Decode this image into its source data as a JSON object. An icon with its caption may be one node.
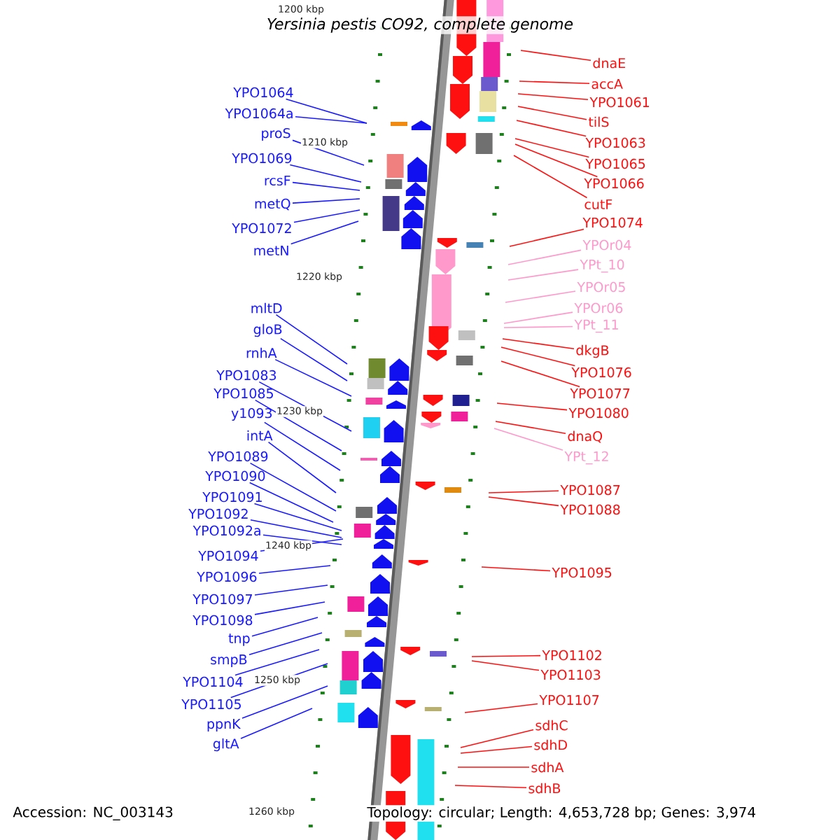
{
  "diagram": {
    "title": "Yersinia pestis CO92, complete genome",
    "nodes": [
      {
        "text": [
          "YPO1064"
        ]
      },
      {
        "text": [
          "YPO1064a"
        ]
      },
      {
        "text": [
          "proS"
        ]
      },
      {
        "text": [
          "YPO1069"
        ]
      },
      {
        "text": [
          "rcsF"
        ]
      },
      {
        "text": [
          "metQ"
        ]
      },
      {
        "text": [
          "YPO1072"
        ]
      },
      {
        "text": [
          "metN"
        ]
      },
      {
        "text": [
          "mltD"
        ]
      },
      {
        "text": [
          "gloB"
        ]
      },
      {
        "text": [
          "rnhA"
        ]
      },
      {
        "text": [
          "YPO1083"
        ]
      },
      {
        "text": [
          "YPO1085"
        ]
      },
      {
        "text": [
          "y1093"
        ]
      },
      {
        "text": [
          "intA"
        ]
      },
      {
        "text": [
          "YPO1089"
        ]
      },
      {
        "text": [
          "YPO1090"
        ]
      },
      {
        "text": [
          "YPO1091"
        ]
      },
      {
        "text": [
          "YPO1092"
        ]
      },
      {
        "text": [
          "YPO1092a"
        ]
      },
      {
        "text": [
          "YPO1094"
        ]
      },
      {
        "text": [
          "YPO1096"
        ]
      },
      {
        "text": [
          "YPO1097"
        ]
      },
      {
        "text": [
          "YPO1098"
        ]
      },
      {
        "text": [
          "tnp"
        ]
      },
      {
        "text": [
          "smpB"
        ]
      },
      {
        "text": [
          "YPO1104"
        ]
      },
      {
        "text": [
          "YPO1105"
        ]
      },
      {
        "text": [
          "ppnK"
        ]
      },
      {
        "text": [
          "gltA"
        ]
      },
      {
        "text": [
          "dnaE"
        ]
      },
      {
        "text": [
          "accA"
        ]
      },
      {
        "text": [
          "YPO1061"
        ]
      },
      {
        "text": [
          "tilS"
        ]
      },
      {
        "text": [
          "YPO1063"
        ]
      },
      {
        "text": [
          "YPO1065"
        ]
      },
      {
        "text": [
          "YPO1066"
        ]
      },
      {
        "text": [
          "cutF"
        ]
      },
      {
        "text": [
          "YPO1074"
        ]
      },
      {
        "text": [
          "YPOr04"
        ]
      },
      {
        "text": [
          "YPt_10"
        ]
      },
      {
        "text": [
          "YPOr05"
        ]
      },
      {
        "text": [
          "YPOr06"
        ]
      },
      {
        "text": [
          "YPt_11"
        ]
      },
      {
        "text": [
          "dkgB"
        ]
      },
      {
        "text": [
          "YPO1076"
        ]
      },
      {
        "text": [
          "YPO1077"
        ]
      },
      {
        "text": [
          "YPO1080"
        ]
      },
      {
        "text": [
          "dnaQ"
        ]
      },
      {
        "text": [
          "YPt_12"
        ]
      },
      {
        "text": [
          "YPO1087"
        ]
      },
      {
        "text": [
          "YPO1088"
        ]
      },
      {
        "text": [
          "YPO1095"
        ]
      },
      {
        "text": [
          "YPO1102"
        ]
      },
      {
        "text": [
          "YPO1103"
        ]
      },
      {
        "text": [
          "YPO1107"
        ]
      },
      {
        "text": [
          "sdhC"
        ]
      },
      {
        "text": [
          "sdhD"
        ]
      },
      {
        "text": [
          "sdhA"
        ]
      },
      {
        "text": [
          "sdhB"
        ]
      }
    ],
    "edges": [
      {
        "from": 0,
        "to": null,
        "arrow": "none",
        "color": "#1a1aff"
      },
      {
        "from": 1,
        "to": null,
        "arrow": "none",
        "color": "#1a1aff"
      },
      {
        "from": 2,
        "to": null,
        "arrow": "none",
        "color": "#1a1aff"
      },
      {
        "from": 3,
        "to": null,
        "arrow": "none",
        "color": "#1a1aff"
      },
      {
        "from": 4,
        "to": null,
        "arrow": "none",
        "color": "#1a1aff"
      },
      {
        "from": 5,
        "to": null,
        "arrow": "none",
        "color": "#1a1aff"
      },
      {
        "from": 6,
        "to": null,
        "arrow": "none",
        "color": "#1a1aff"
      },
      {
        "from": 7,
        "to": null,
        "arrow": "none",
        "color": "#1a1aff"
      },
      {
        "from": 8,
        "to": null,
        "arrow": "none",
        "color": "#1a1aff"
      },
      {
        "from": 9,
        "to": null,
        "arrow": "none",
        "color": "#1a1aff"
      },
      {
        "from": 10,
        "to": null,
        "arrow": "none",
        "color": "#1a1aff"
      },
      {
        "from": 11,
        "to": null,
        "arrow": "none",
        "color": "#1a1aff"
      },
      {
        "from": 12,
        "to": null,
        "arrow": "none",
        "color": "#1a1aff"
      },
      {
        "from": 13,
        "to": null,
        "arrow": "none",
        "color": "#1a1aff"
      },
      {
        "from": 14,
        "to": null,
        "arrow": "none",
        "color": "#1a1aff"
      },
      {
        "from": 15,
        "to": null,
        "arrow": "none",
        "color": "#1a1aff"
      },
      {
        "from": 16,
        "to": null,
        "arrow": "none",
        "color": "#1a1aff"
      },
      {
        "from": 17,
        "to": null,
        "arrow": "none",
        "color": "#1a1aff"
      },
      {
        "from": 18,
        "to": null,
        "arrow": "none",
        "color": "#1a1aff"
      },
      {
        "from": 19,
        "to": null,
        "arrow": "none",
        "color": "#1a1aff"
      },
      {
        "from": 20,
        "to": null,
        "arrow": "none",
        "color": "#1a1aff"
      },
      {
        "from": 21,
        "to": null,
        "arrow": "none",
        "color": "#1a1aff"
      },
      {
        "from": 22,
        "to": null,
        "arrow": "none",
        "color": "#1a1aff"
      },
      {
        "from": 23,
        "to": null,
        "arrow": "none",
        "color": "#1a1aff"
      },
      {
        "from": 24,
        "to": null,
        "arrow": "none",
        "color": "#1a1aff"
      },
      {
        "from": 25,
        "to": null,
        "arrow": "none",
        "color": "#1a1aff"
      },
      {
        "from": 26,
        "to": null,
        "arrow": "none",
        "color": "#1a1aff"
      },
      {
        "from": 27,
        "to": null,
        "arrow": "none",
        "color": "#1a1aff"
      },
      {
        "from": 28,
        "to": null,
        "arrow": "none",
        "color": "#1a1aff"
      },
      {
        "from": 29,
        "to": null,
        "arrow": "none",
        "color": "#1a1aff"
      },
      {
        "from": 30,
        "to": null,
        "arrow": "none",
        "color": "#ff1010"
      },
      {
        "from": 31,
        "to": null,
        "arrow": "none",
        "color": "#ff1010"
      },
      {
        "from": 32,
        "to": null,
        "arrow": "none",
        "color": "#ff1010"
      },
      {
        "from": 33,
        "to": null,
        "arrow": "none",
        "color": "#ff1010"
      },
      {
        "from": 34,
        "to": null,
        "arrow": "none",
        "color": "#ff1010"
      },
      {
        "from": 35,
        "to": null,
        "arrow": "none",
        "color": "#ff1010"
      },
      {
        "from": 36,
        "to": null,
        "arrow": "none",
        "color": "#ff1010"
      },
      {
        "from": 37,
        "to": null,
        "arrow": "none",
        "color": "#ff1010"
      },
      {
        "from": 38,
        "to": null,
        "arrow": "none",
        "color": "#ff1010"
      },
      {
        "from": 39,
        "to": null,
        "arrow": "none",
        "color": "#ff99cc"
      },
      {
        "from": 40,
        "to": null,
        "arrow": "none",
        "color": "#ff99cc"
      },
      {
        "from": 41,
        "to": null,
        "arrow": "none",
        "color": "#ff99cc"
      },
      {
        "from": 42,
        "to": null,
        "arrow": "none",
        "color": "#ff99cc"
      },
      {
        "from": 43,
        "to": null,
        "arrow": "none",
        "color": "#ff99cc"
      },
      {
        "from": 44,
        "to": null,
        "arrow": "none",
        "color": "#ff1010"
      },
      {
        "from": 45,
        "to": null,
        "arrow": "none",
        "color": "#ff1010"
      },
      {
        "from": 46,
        "to": null,
        "arrow": "none",
        "color": "#ff1010"
      },
      {
        "from": 47,
        "to": null,
        "arrow": "none",
        "color": "#ff1010"
      },
      {
        "from": 48,
        "to": null,
        "arrow": "none",
        "color": "#ff1010"
      },
      {
        "from": 49,
        "to": null,
        "arrow": "none",
        "color": "#ff99cc"
      },
      {
        "from": 50,
        "to": null,
        "arrow": "none",
        "color": "#ff1010"
      },
      {
        "from": 51,
        "to": null,
        "arrow": "none",
        "color": "#ff1010"
      },
      {
        "from": 52,
        "to": null,
        "arrow": "none",
        "color": "#ff1010"
      },
      {
        "from": 53,
        "to": null,
        "arrow": "none",
        "color": "#ff1010"
      },
      {
        "from": 54,
        "to": null,
        "arrow": "none",
        "color": "#ff1010"
      },
      {
        "from": 55,
        "to": null,
        "arrow": "none",
        "color": "#ff1010"
      },
      {
        "from": 56,
        "to": null,
        "arrow": "none",
        "color": "#ff1010"
      },
      {
        "from": 57,
        "to": null,
        "arrow": "none",
        "color": "#ff1010"
      },
      {
        "from": 58,
        "to": null,
        "arrow": "none",
        "color": "#ff1010"
      },
      {
        "from": 59,
        "to": null,
        "arrow": "none",
        "color": "#ff1010"
      }
    ],
    "labels": [
      "1200 kbp",
      "1210 kbp",
      "1220 kbp",
      "1230 kbp",
      "1240 kbp",
      "1250 kbp",
      "Accession: NC_003143",
      "1260 kbp",
      "Topology: circular; Length: 4,653,728 bp; Genes: 3,974"
    ]
  }
}
